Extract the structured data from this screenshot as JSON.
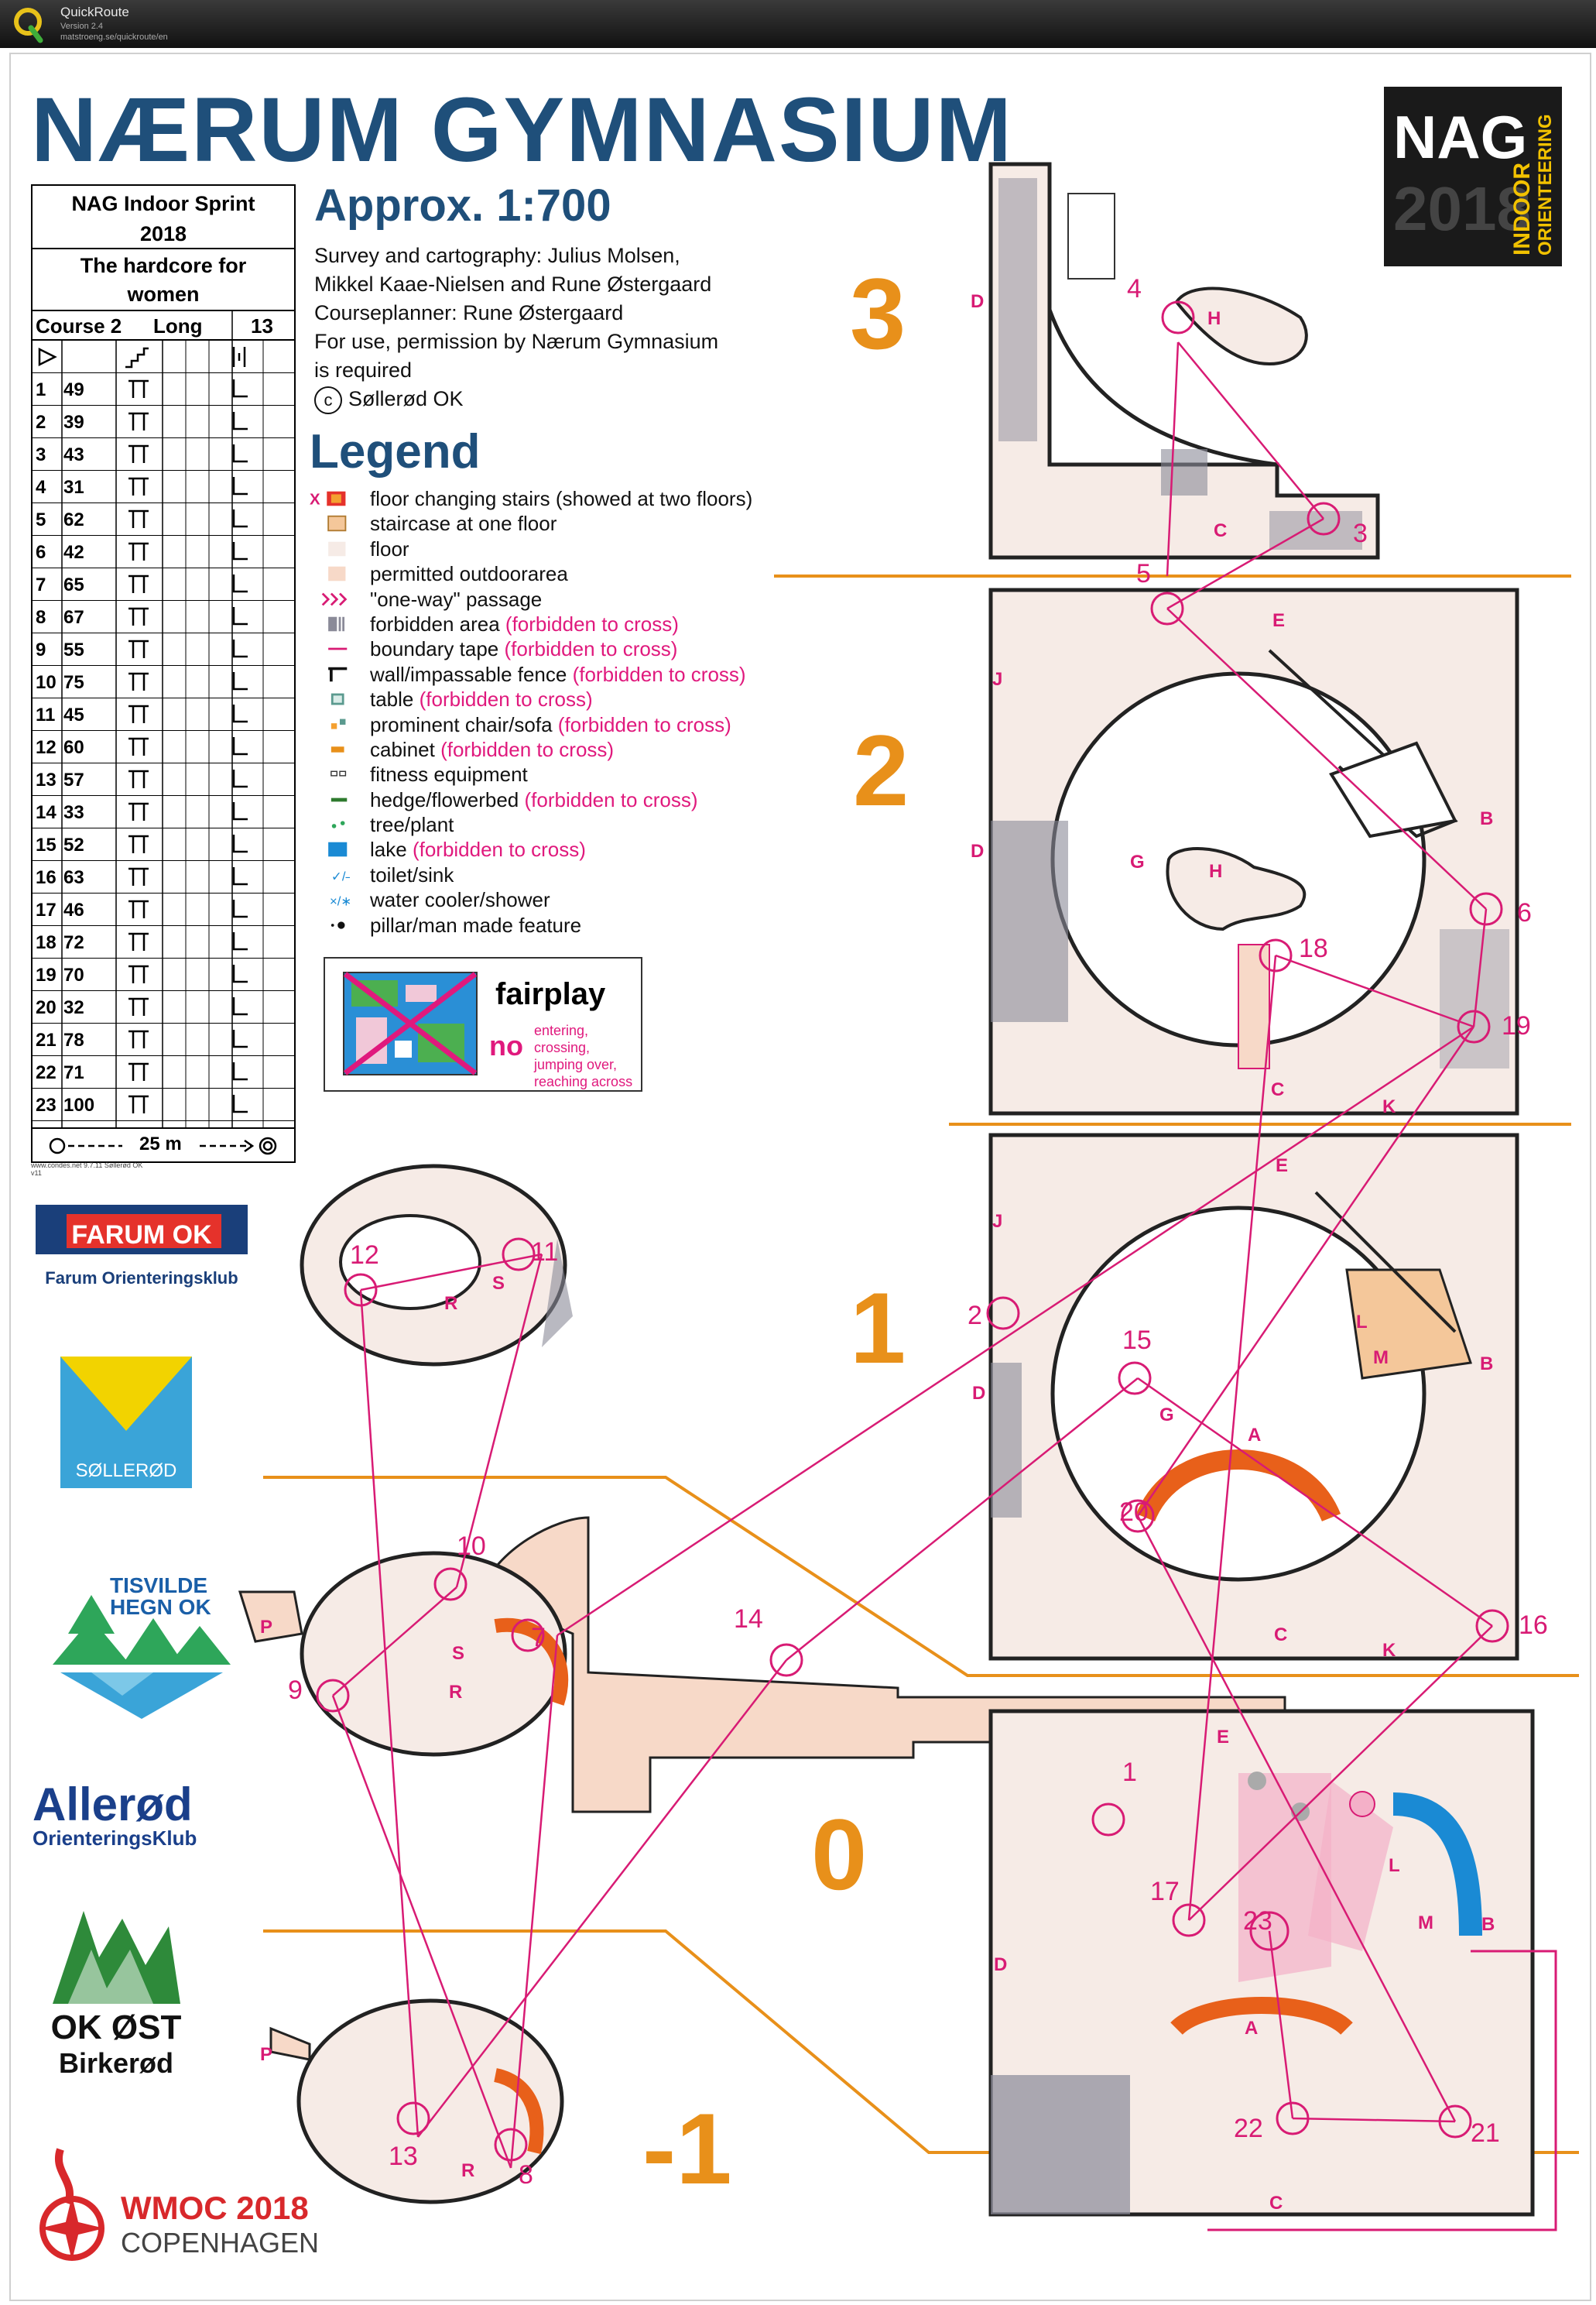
{
  "window": {
    "app_name": "QuickRoute",
    "version": "Version 2.4",
    "url": "matstroeng.se/quickroute/en"
  },
  "map": {
    "title": "NÆRUM GYMNASIUM",
    "scale": "Approx. 1:700",
    "credits": [
      "Survey and cartography: Julius Molsen,",
      "Mikkel Kaae-Nielsen and Rune Østergaard",
      "Courseplanner: Rune Østergaard",
      "For use, permission by Nærum Gymnasium",
      "is required"
    ],
    "copyright_symbol": "c",
    "copyright_owner": "Søllerød OK",
    "small_credit_1": "www.condes.net 9.7.11 Søllerød OK",
    "small_credit_2": "v11"
  },
  "event_logo": {
    "short": "NAG",
    "year": "2018",
    "line1": "INDOOR",
    "line2": "ORIENTEERING"
  },
  "control_card": {
    "event": [
      "NAG Indoor Sprint",
      "2018"
    ],
    "course_desc": [
      "The hardcore for",
      "women"
    ],
    "course_label": "Course 2",
    "course_type": "Long",
    "control_count": "13",
    "rows": [
      {
        "num": "1",
        "code": "49"
      },
      {
        "num": "2",
        "code": "39"
      },
      {
        "num": "3",
        "code": "43"
      },
      {
        "num": "4",
        "code": "31"
      },
      {
        "num": "5",
        "code": "62"
      },
      {
        "num": "6",
        "code": "42"
      },
      {
        "num": "7",
        "code": "65"
      },
      {
        "num": "8",
        "code": "67"
      },
      {
        "num": "9",
        "code": "55"
      },
      {
        "num": "10",
        "code": "75"
      },
      {
        "num": "11",
        "code": "45"
      },
      {
        "num": "12",
        "code": "60"
      },
      {
        "num": "13",
        "code": "57"
      },
      {
        "num": "14",
        "code": "33"
      },
      {
        "num": "15",
        "code": "52"
      },
      {
        "num": "16",
        "code": "63"
      },
      {
        "num": "17",
        "code": "46"
      },
      {
        "num": "18",
        "code": "72"
      },
      {
        "num": "19",
        "code": "70"
      },
      {
        "num": "20",
        "code": "32"
      },
      {
        "num": "21",
        "code": "78"
      },
      {
        "num": "22",
        "code": "71"
      },
      {
        "num": "23",
        "code": "100"
      }
    ],
    "finish_distance": "25 m"
  },
  "legend": {
    "title": "Legend",
    "items": [
      {
        "label": "floor changing stairs (showed at two floors)",
        "warn": ""
      },
      {
        "label": "staircase at one floor",
        "warn": ""
      },
      {
        "label": "floor",
        "warn": ""
      },
      {
        "label": "permitted outdoorarea",
        "warn": ""
      },
      {
        "label": "\"one-way\" passage",
        "warn": ""
      },
      {
        "label": "forbidden area",
        "warn": "(forbidden to cross)"
      },
      {
        "label": "boundary tape",
        "warn": "(forbidden to cross)"
      },
      {
        "label": "wall/impassable fence",
        "warn": "(forbidden to cross)"
      },
      {
        "label": "table",
        "warn": "(forbidden to cross)"
      },
      {
        "label": "prominent chair/sofa",
        "warn": "(forbidden to cross)"
      },
      {
        "label": "cabinet",
        "warn": "(forbidden to cross)"
      },
      {
        "label": "fitness equipment",
        "warn": ""
      },
      {
        "label": "hedge/flowerbed",
        "warn": "(forbidden to cross)"
      },
      {
        "label": "tree/plant",
        "warn": ""
      },
      {
        "label": "lake",
        "warn": "(forbidden to cross)"
      },
      {
        "label": "toilet/sink",
        "warn": ""
      },
      {
        "label": "water cooler/shower",
        "warn": ""
      },
      {
        "label": "pillar/man made feature",
        "warn": ""
      }
    ]
  },
  "fairplay": {
    "title": "fairplay",
    "no": "no",
    "desc": [
      "entering, crossing,",
      "jumping over,",
      "reaching across"
    ]
  },
  "clubs": {
    "farum": {
      "name": "FARUM OK",
      "sub": "Farum Orienteringsklub"
    },
    "sollerod": {
      "name": "SØLLERØD"
    },
    "tisvilde": {
      "name1": "TISVILDE",
      "name2": "HEGN OK"
    },
    "allerod": {
      "name": "Allerød",
      "sub": "OrienteringsKlub"
    },
    "okost": {
      "name1": "OK ØST",
      "name2": "Birkerød"
    },
    "wmoc": {
      "name1": "WMOC 2018",
      "name2": "COPENHAGEN"
    }
  },
  "floors": [
    "3",
    "2",
    "1",
    "0",
    "-1"
  ],
  "controls": [
    "1",
    "2",
    "3",
    "4",
    "5",
    "6",
    "7",
    "8",
    "9",
    "10",
    "11",
    "12",
    "13",
    "14",
    "15",
    "16",
    "17",
    "18",
    "19",
    "20",
    "21",
    "22",
    "23"
  ],
  "stair_letters": [
    "A",
    "B",
    "C",
    "D",
    "E",
    "G",
    "H",
    "J",
    "K",
    "L",
    "M",
    "P",
    "R",
    "S"
  ],
  "colors": {
    "course": "#d81b74",
    "title_blue": "#1f4f7a",
    "floor_orange": "#e8901a",
    "outdoor": "#f7d9c8",
    "floor_fill": "#f6ebe6",
    "forbidden": "#8a8a98"
  }
}
